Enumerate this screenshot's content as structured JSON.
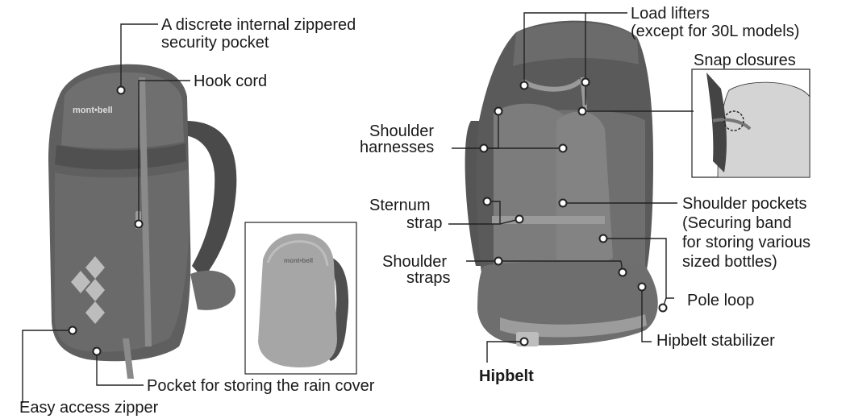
{
  "callouts": {
    "security_pocket": [
      "A discrete internal zippered",
      "security pocket"
    ],
    "hook_cord": "Hook cord",
    "rain_cover_pocket": "Pocket for storing the rain cover",
    "easy_access_zipper": "Easy access zipper",
    "load_lifters": [
      "Load lifters",
      "(except for 30L models)"
    ],
    "snap_closures": "Snap closures",
    "shoulder_harnesses": [
      "Shoulder",
      "harnesses"
    ],
    "sternum_strap": [
      "Sternum",
      "strap"
    ],
    "shoulder_straps": [
      "Shoulder",
      "straps"
    ],
    "shoulder_pockets": [
      "Shoulder pockets",
      "(Securing band",
      "for storing various",
      "sized bottles)"
    ],
    "pole_loop": "Pole loop",
    "hipbelt_stabilizer": "Hipbelt stabilizer",
    "hipbelt": "Hipbelt"
  },
  "logo_text": "mont•bell",
  "colors": {
    "pack_dark": "#5f5f5f",
    "pack_mid": "#7a7a7a",
    "pack_light": "#a9a9a9",
    "rain_cover": "#a6a6a6",
    "line": "#222222"
  }
}
